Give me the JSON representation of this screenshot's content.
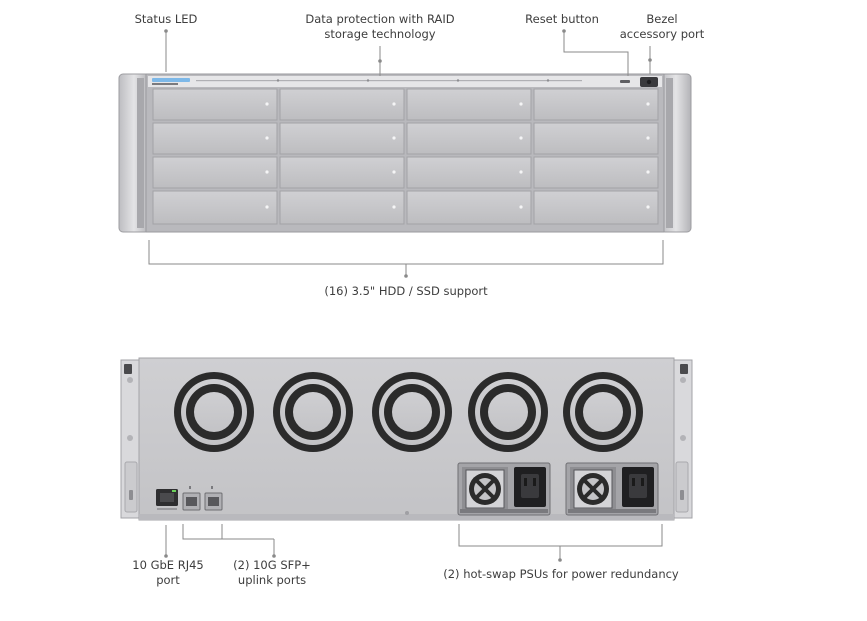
{
  "callouts": {
    "status_led": [
      "Status LED"
    ],
    "data_protection": [
      "Data protection with RAID",
      "storage technology"
    ],
    "reset_button": [
      "Reset button"
    ],
    "bezel_port": [
      "Bezel",
      "accessory port"
    ],
    "drive_support": [
      "(16) 3.5\" HDD / SSD support"
    ],
    "rj45": [
      "10 GbE RJ45",
      "port"
    ],
    "sfp": [
      "(2) 10G SFP+",
      "uplink ports"
    ],
    "psu": [
      "(2) hot-swap PSUs for power redundancy"
    ]
  },
  "colors": {
    "chassis": "#d6d6d8",
    "chassis_dark": "#a9a9ad",
    "tray": "#c4c4c7",
    "fan": "#2b2b2b",
    "status_led": "#7db8e8",
    "callout_line": "#8a8a8a"
  },
  "hardware": {
    "drive_bays": 16,
    "fans": 5,
    "psus": 2,
    "sfp_ports": 2,
    "rj45_ports": 1
  }
}
